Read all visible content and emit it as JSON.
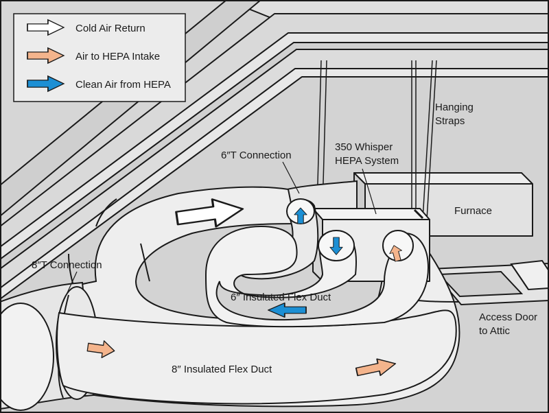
{
  "legend": {
    "items": [
      {
        "label": "Cold Air Return",
        "color": "#ffffff",
        "icon": "white-arrow-icon"
      },
      {
        "label": "Air to HEPA Intake",
        "color": "#f4b48c",
        "icon": "peach-arrow-icon"
      },
      {
        "label": "Clean Air from HEPA",
        "color": "#1c8fd4",
        "icon": "blue-arrow-icon"
      }
    ]
  },
  "labels": {
    "hanging_straps_1": "Hanging",
    "hanging_straps_2": "Straps",
    "hepa_system_1": "350 Whisper",
    "hepa_system_2": "HEPA System",
    "six_t_connection": "6″T Connection",
    "eight_t_connection": "8″T Connection",
    "furnace": "Furnace",
    "six_flex_duct": "6″ Insulated Flex Duct",
    "eight_flex_duct": "8″ Insulated Flex Duct",
    "access_door_1": "Access Door",
    "access_door_2": "to Attic"
  },
  "colors": {
    "background": "#d9d9d9",
    "duct": "#eeeeee",
    "outline": "#1a1a1a"
  }
}
